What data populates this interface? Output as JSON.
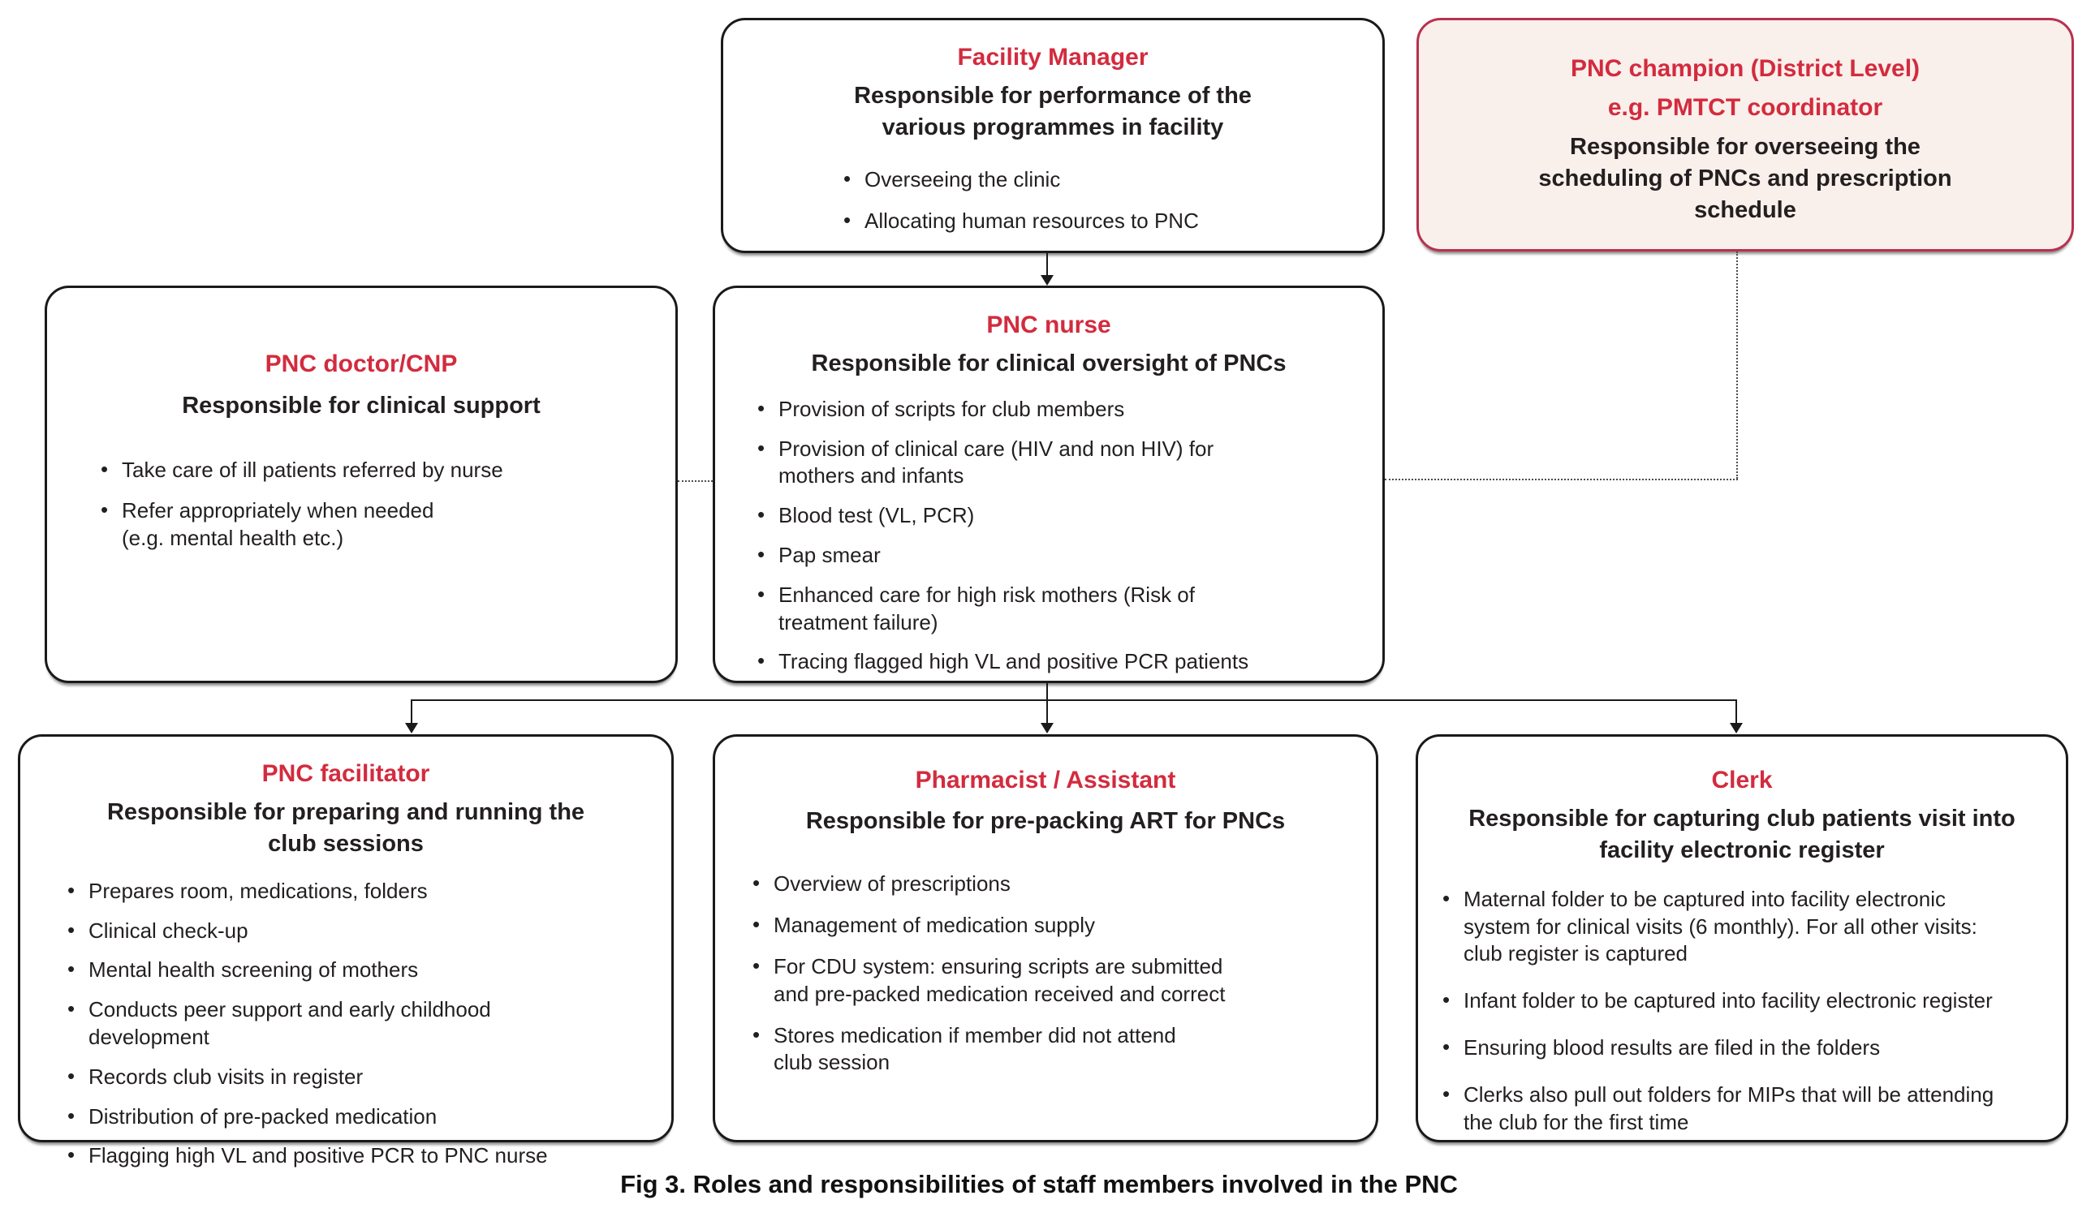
{
  "caption": "Fig 3. Roles and responsibilities of staff members involved in the PNC",
  "colors": {
    "accent_red": "#d32b3e",
    "champion_box_bg": "#f9efeb",
    "champion_box_border": "#b7314e",
    "box_border": "#1a1a1a",
    "text": "#231f20",
    "connector": "#1a1a1a",
    "dotted_connector": "#4d4d4d"
  },
  "boxes": {
    "facility_manager": {
      "title_lines": [
        "Facility Manager"
      ],
      "subtitle": "Responsible for performance of the\nvarious programmes in facility",
      "bullets": [
        "Overseeing the clinic",
        "Allocating human resources to PNC"
      ]
    },
    "pnc_champion": {
      "title_lines": [
        "PNC champion (District Level)",
        "e.g. PMTCT coordinator"
      ],
      "subtitle": "Responsible for overseeing the\nscheduling of PNCs and prescription\nschedule",
      "bullets": []
    },
    "pnc_doctor": {
      "title_lines": [
        "PNC doctor/CNP"
      ],
      "subtitle": "Responsible for clinical support",
      "bullets": [
        "Take care of ill patients referred by nurse",
        "Refer appropriately when needed\n(e.g. mental health etc.)"
      ]
    },
    "pnc_nurse": {
      "title_lines": [
        "PNC nurse"
      ],
      "subtitle": "Responsible for clinical oversight of PNCs",
      "bullets": [
        "Provision of scripts for club members",
        "Provision of clinical care (HIV and non HIV) for\nmothers and infants",
        "Blood test (VL, PCR)",
        "Pap smear",
        "Enhanced care for high risk mothers (Risk of\ntreatment failure)",
        "Tracing flagged high VL and positive PCR patients"
      ]
    },
    "pnc_facilitator": {
      "title_lines": [
        "PNC facilitator"
      ],
      "subtitle": "Responsible for preparing and running the\nclub sessions",
      "bullets": [
        "Prepares room, medications, folders",
        "Clinical check-up",
        "Mental health screening of mothers",
        "Conducts peer support and early childhood\ndevelopment",
        "Records club visits in register",
        "Distribution of pre-packed medication",
        "Flagging high VL and positive PCR to PNC nurse"
      ]
    },
    "pharmacist": {
      "title_lines": [
        "Pharmacist / Assistant"
      ],
      "subtitle": "Responsible for pre-packing ART for PNCs",
      "bullets": [
        "Overview of prescriptions",
        "Management of medication supply",
        "For CDU system: ensuring scripts are submitted\nand pre-packed medication received and correct",
        "Stores medication if member did not attend\nclub session"
      ]
    },
    "clerk": {
      "title_lines": [
        "Clerk"
      ],
      "subtitle": "Responsible for capturing club patients visit into\nfacility electronic register",
      "bullets": [
        "Maternal folder to be captured into facility electronic\nsystem for clinical visits (6 monthly). For all other visits:\nclub register is captured",
        "Infant folder to be captured into facility electronic register",
        "Ensuring blood results are filed in the folders",
        "Clerks also pull out folders for MIPs that will be attending\nthe club for the first time"
      ]
    }
  }
}
